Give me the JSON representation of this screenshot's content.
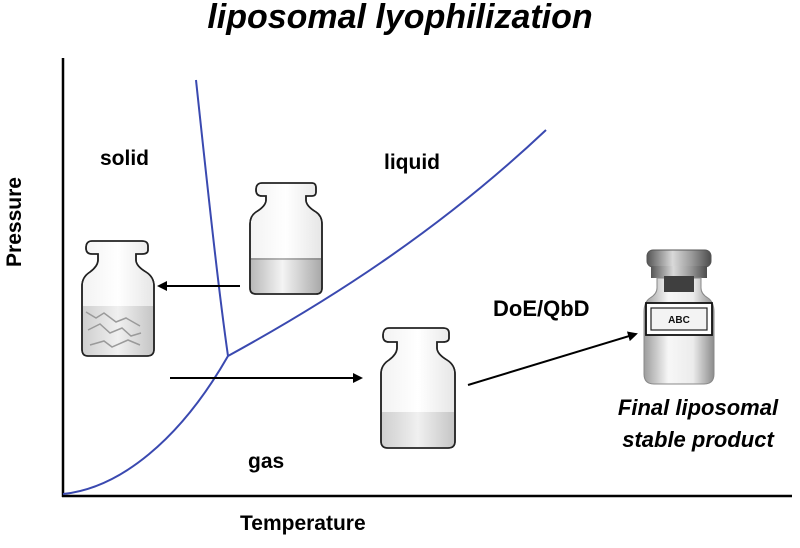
{
  "title": "liposomal lyophilization",
  "axes": {
    "x_label": "Temperature",
    "y_label": "Pressure"
  },
  "regions": {
    "solid": "solid",
    "liquid": "liquid",
    "gas": "gas"
  },
  "process_label": "DoE/QbD",
  "vial_label": "ABC",
  "final_product": {
    "line1": "Final liposomal",
    "line2": "stable product"
  },
  "colors": {
    "phase_line": "#3a49b0",
    "text": "#000000"
  },
  "icons": [
    "empty-vial-icon",
    "liquid-vial-icon",
    "powder-vial-icon",
    "sealed-vial-icon"
  ]
}
